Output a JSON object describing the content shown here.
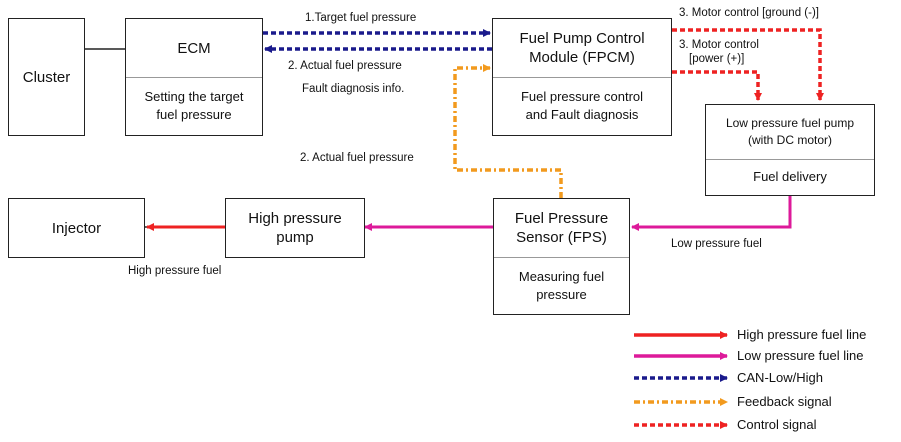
{
  "colors": {
    "high_pressure": "#ee2222",
    "low_pressure": "#dd1a9a",
    "can": "#1a1a8c",
    "feedback": "#f29a1e",
    "control": "#ee2222"
  },
  "blocks": {
    "cluster": {
      "title": "Cluster"
    },
    "ecm": {
      "title": "ECM",
      "sub": "Setting the target fuel pressure"
    },
    "fpcm": {
      "title": "Fuel Pump Control Module (FPCM)",
      "sub": "Fuel pressure control and Fault diagnosis"
    },
    "lpp": {
      "title": "Low pressure fuel pump (with DC motor)",
      "sub": "Fuel delivery"
    },
    "fps": {
      "title": "Fuel Pressure Sensor (FPS)",
      "sub": "Measuring fuel pressure"
    },
    "hpp": {
      "title": "High pressure pump"
    },
    "injector": {
      "title": "Injector"
    }
  },
  "labels": {
    "target_fuel_pressure": "1.Target fuel pressure",
    "actual_fuel_pressure_can": "2. Actual fuel pressure",
    "fault_diag": "Fault diagnosis info.",
    "actual_fuel_pressure_feedback": "2. Actual fuel pressure",
    "motor_ground": "3. Motor control [ground (-)]",
    "motor_power_1": "3. Motor control",
    "motor_power_2": "[power (+)]",
    "low_pressure_fuel": "Low pressure fuel",
    "high_pressure_fuel": "High pressure fuel"
  },
  "legend": [
    {
      "label": "High pressure fuel line",
      "style": "high_pressure"
    },
    {
      "label": "Low pressure fuel line",
      "style": "low_pressure"
    },
    {
      "label": "CAN-Low/High",
      "style": "can"
    },
    {
      "label": "Feedback signal",
      "style": "feedback"
    },
    {
      "label": "Control signal",
      "style": "control"
    }
  ]
}
